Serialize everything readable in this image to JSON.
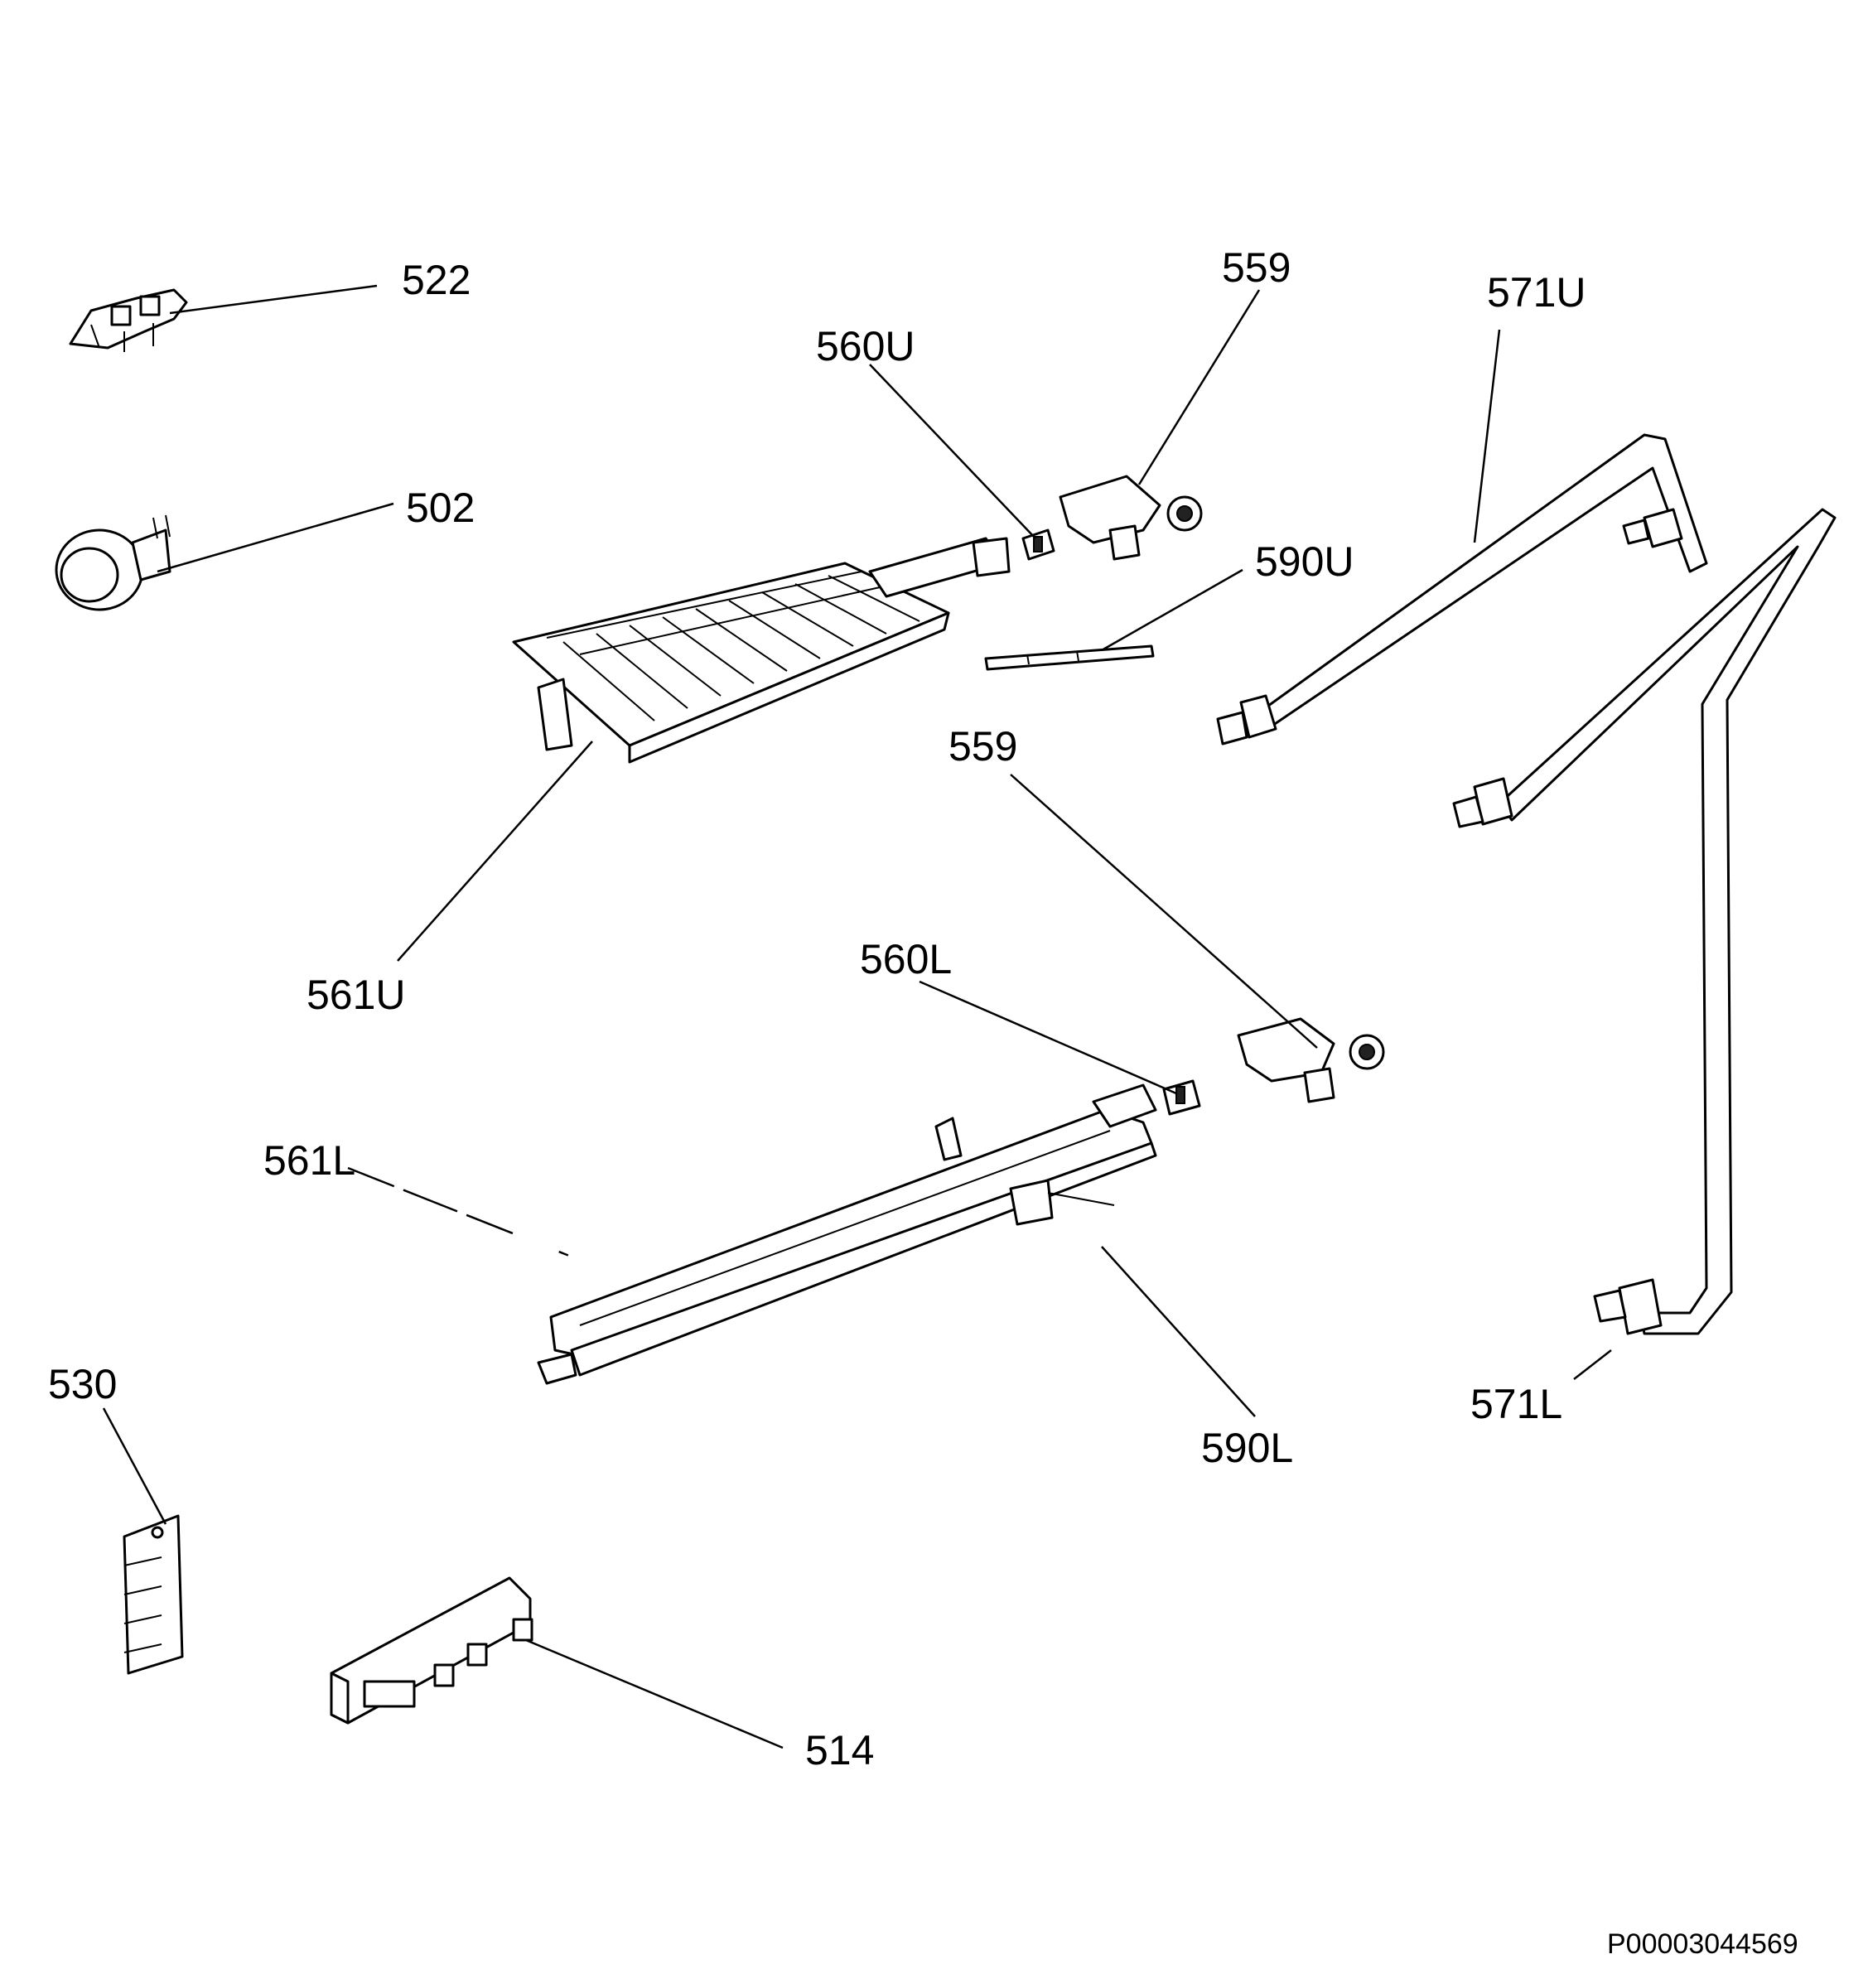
{
  "callouts": {
    "c522": "522",
    "c502": "502",
    "c559_top": "559",
    "c560u": "560U",
    "c571u": "571U",
    "c590u": "590U",
    "c559_mid": "559",
    "c561u": "561U",
    "c560l": "560L",
    "c561l": "561L",
    "c530": "530",
    "c590l": "590L",
    "c571l": "571L",
    "c514": "514"
  },
  "reference_code": "P00003044569"
}
